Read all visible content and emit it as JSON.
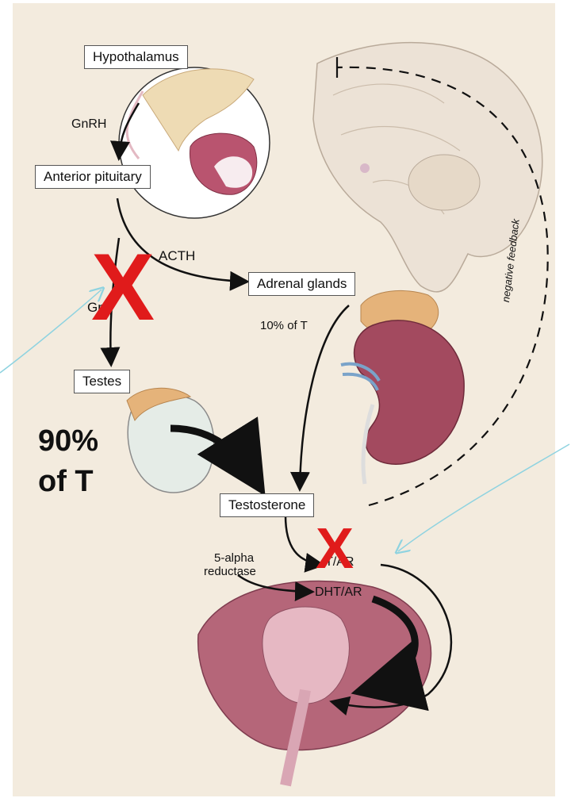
{
  "diagram": {
    "boxes": {
      "hypothalamus": "Hypothalamus",
      "anterior_pituitary": "Anterior pituitary",
      "adrenal_glands": "Adrenal glands",
      "testes": "Testes",
      "testosterone": "Testosterone"
    },
    "labels": {
      "gnrh": "GnRH",
      "acth": "ACTH",
      "lh_partial": "Gn",
      "adrenal_share": "10% of T",
      "testes_share_line1": "90%",
      "testes_share_line2": "of T",
      "five_alpha_line1": "5-alpha",
      "five_alpha_line2": "reductase",
      "t_ar": "T/AR",
      "dht_ar": "DHT/AR",
      "negative_feedback": "negative feedback"
    },
    "marks": {
      "x_symbol": "X"
    },
    "colors": {
      "background": "#f3ebde",
      "blocked_x": "#e01b1b",
      "pointer_arrow": "#8fd3e0",
      "kidney": "#a34a5f",
      "prostate": "#9c4a5e"
    }
  }
}
